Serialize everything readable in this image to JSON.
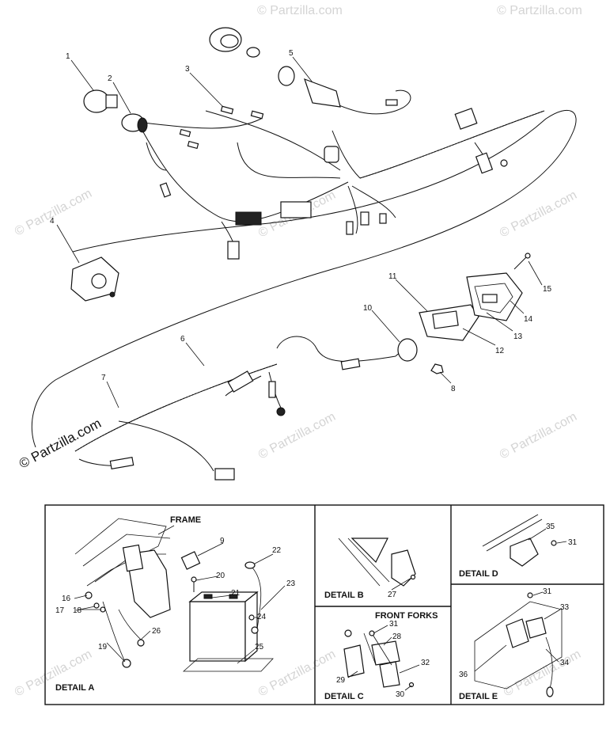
{
  "watermark": "© Partzilla.com",
  "callouts": [
    "1",
    "2",
    "3",
    "4",
    "5",
    "6",
    "7",
    "8",
    "9",
    "10",
    "11",
    "12",
    "13",
    "14",
    "15",
    "16",
    "17",
    "18",
    "19",
    "20",
    "21",
    "22",
    "23",
    "24",
    "25",
    "26",
    "27",
    "28",
    "29",
    "30",
    "31",
    "31",
    "31",
    "32",
    "33",
    "34",
    "35",
    "36"
  ],
  "details": {
    "a": {
      "title": "DETAIL A",
      "sublabel": "FRAME"
    },
    "b": {
      "title": "DETAIL B"
    },
    "c": {
      "title": "DETAIL C",
      "sublabel": "FRONT FORKS"
    },
    "d": {
      "title": "DETAIL D"
    },
    "e": {
      "title": "DETAIL E"
    }
  }
}
